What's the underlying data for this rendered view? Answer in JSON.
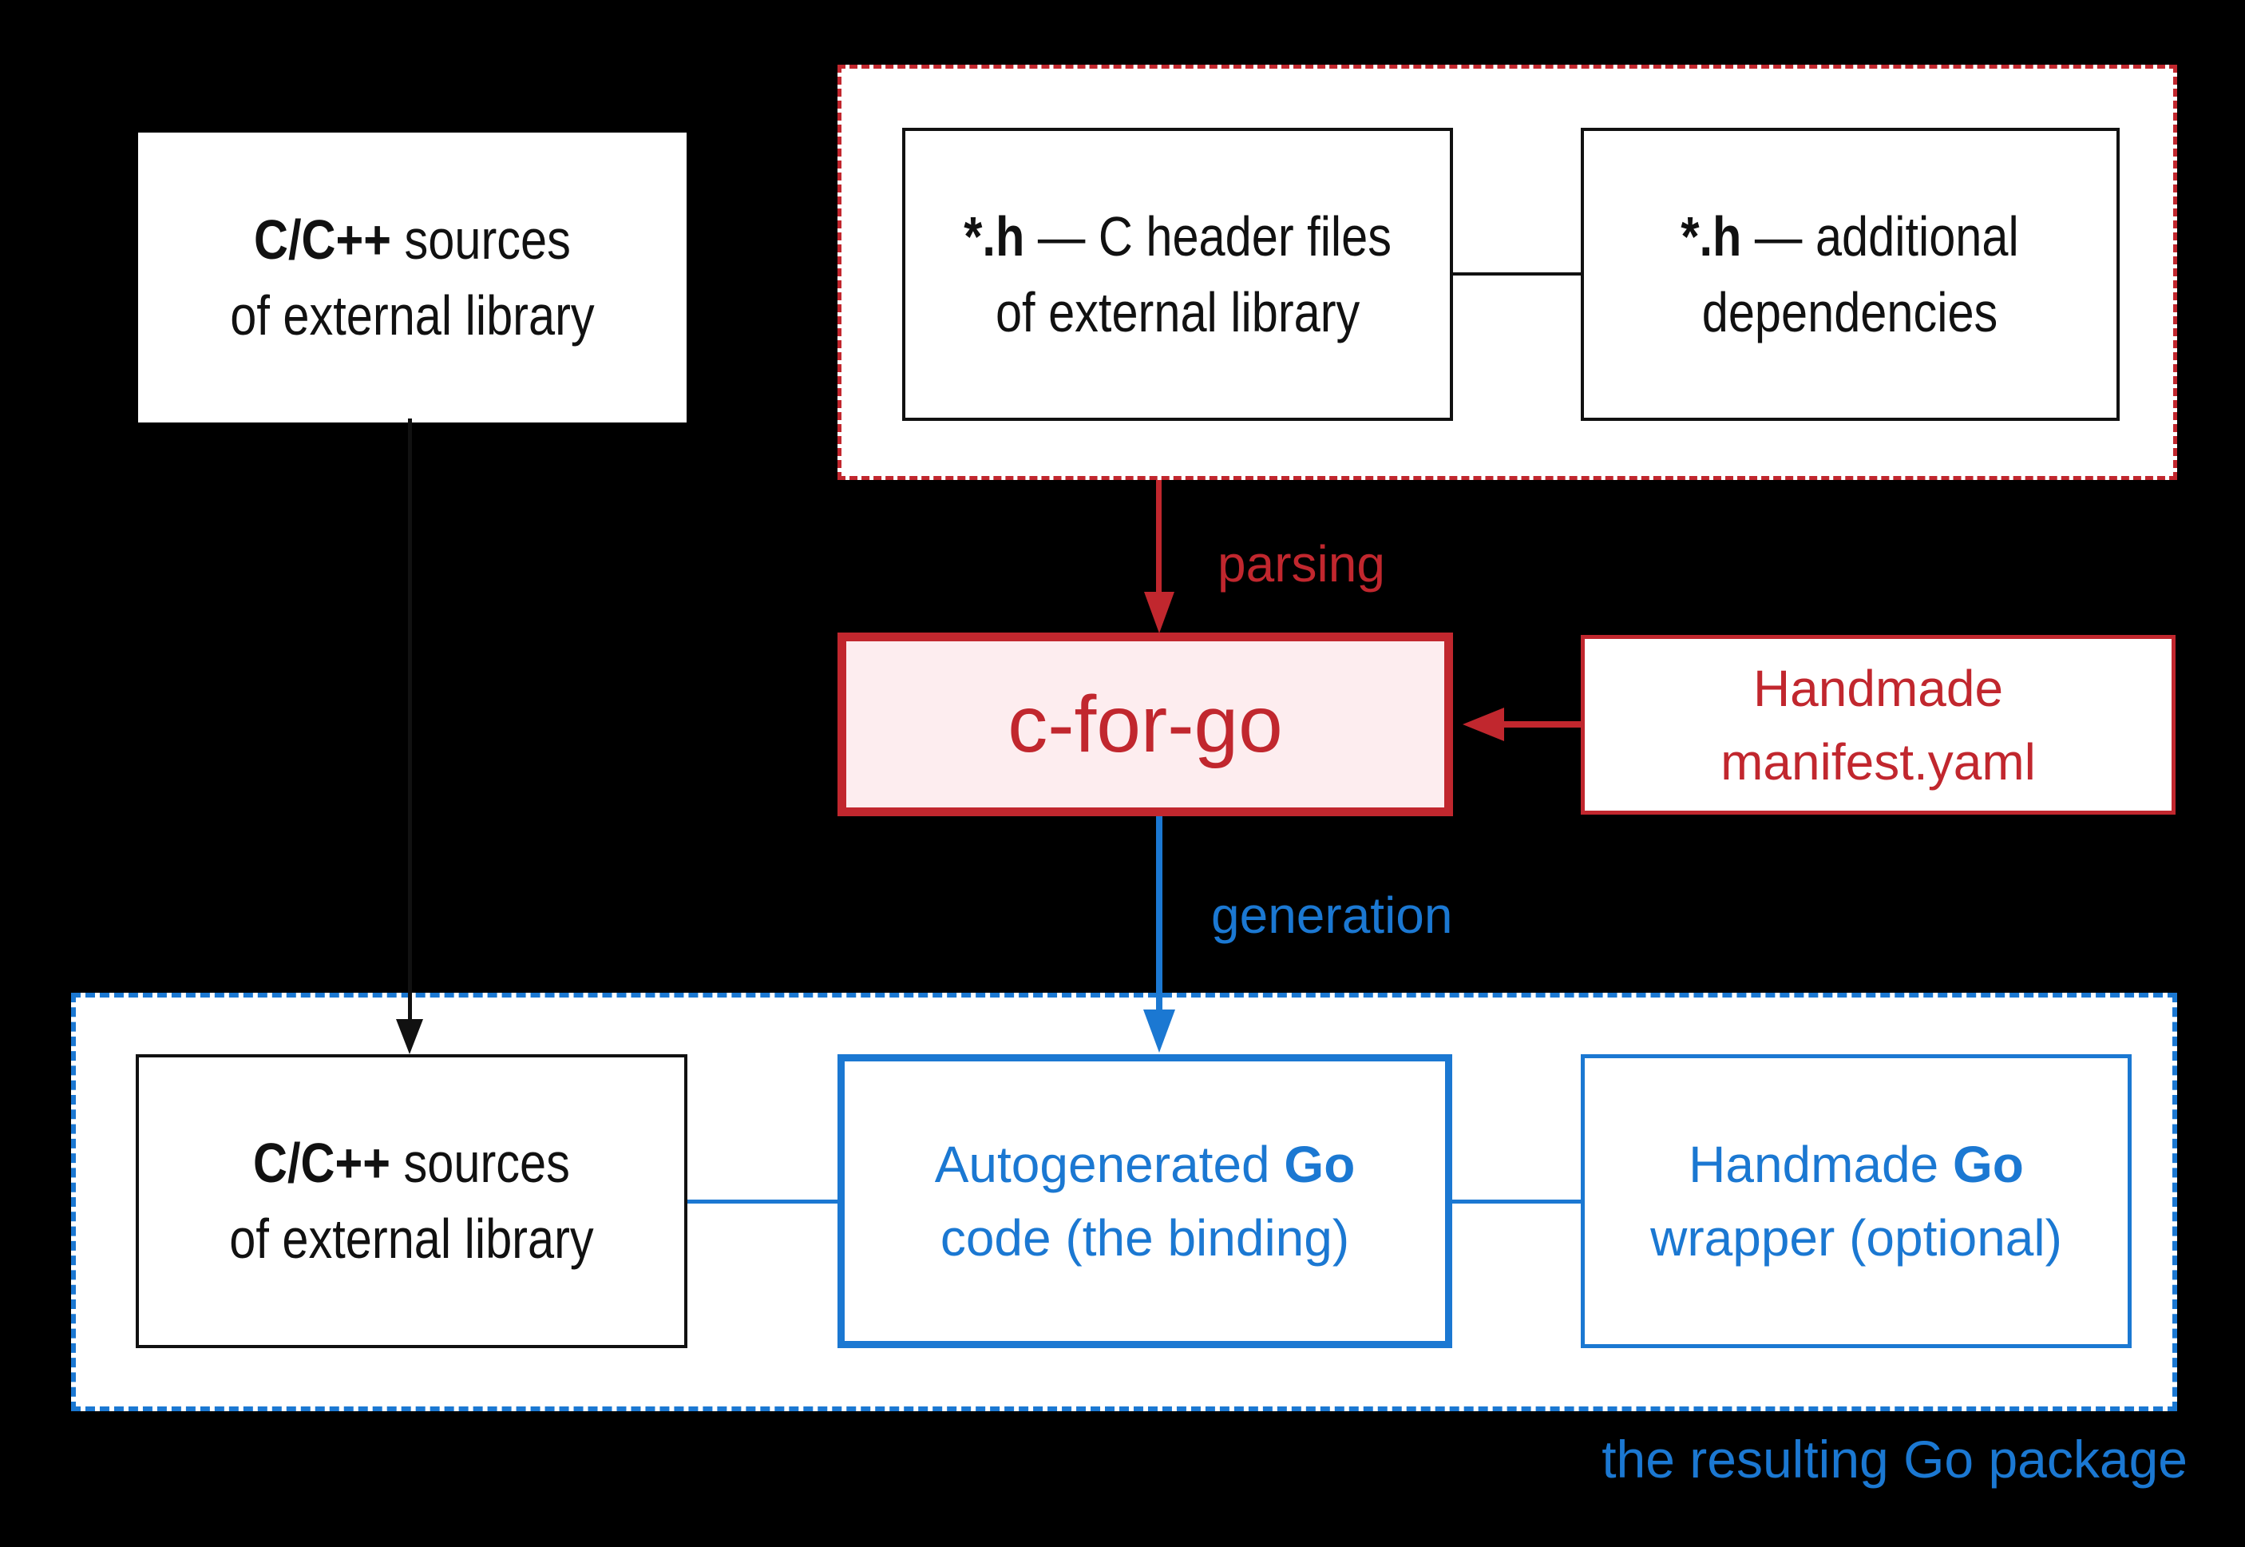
{
  "colors": {
    "bg": "#000000",
    "paper": "#ffffff",
    "ink": "#111111",
    "red": "#c1272e",
    "pink": "#fdedef",
    "blue": "#1b78d2"
  },
  "boxes": {
    "cc_sources_top": {
      "l1_bold": "C/C++",
      "l1_rest": " sources",
      "l2": "of external library"
    },
    "c_headers": {
      "l1_bold": "*.h",
      "l1_rest": " — C header files",
      "l2": "of external library"
    },
    "additional_deps": {
      "l1_bold": "*.h",
      "l1_rest": " — additional",
      "l2": "dependencies"
    },
    "c_for_go": {
      "label": "c-for-go"
    },
    "manifest": {
      "l1": "Handmade",
      "l2": "manifest.yaml"
    },
    "cc_sources_bottom": {
      "l1_bold": "C/C++",
      "l1_rest": " sources",
      "l2": "of external library"
    },
    "autogenerated": {
      "l1_rest": "Autogenerated ",
      "l1_bold": "Go",
      "l2": "code (the binding)"
    },
    "wrapper": {
      "l1_rest": "Handmade ",
      "l1_bold": "Go",
      "l2": "wrapper (optional)"
    }
  },
  "labels": {
    "parsing": "parsing",
    "generation": "generation",
    "result": "the resulting Go package"
  }
}
